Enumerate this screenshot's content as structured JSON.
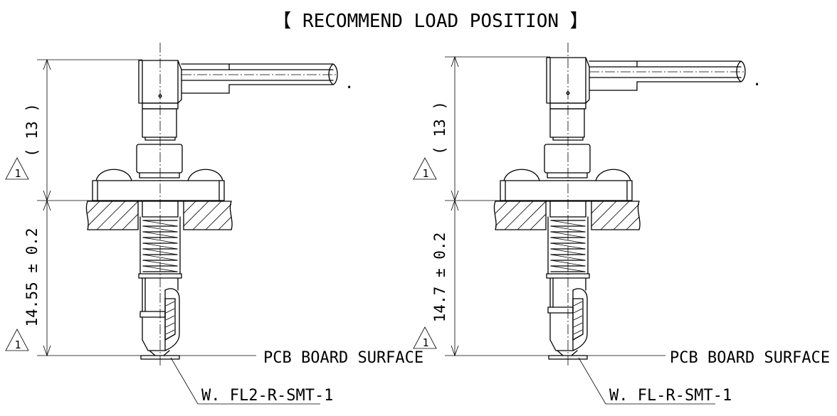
{
  "title": "【 RECOMMEND LOAD POSITION 】",
  "assemblies": [
    {
      "top_dimension": "( 13 )",
      "bottom_dimension": "14.55 ± 0.2",
      "surface_label": "PCB BOARD SURFACE",
      "part_label": "W. FL2-R-SMT-1",
      "revision_mark": "1",
      "cable_end_mark": "."
    },
    {
      "top_dimension": "( 13 )",
      "bottom_dimension": "14.7 ± 0.2",
      "surface_label": "PCB BOARD SURFACE",
      "part_label": "W. FL-R-SMT-1",
      "revision_mark": "1",
      "cable_end_mark": "."
    }
  ]
}
